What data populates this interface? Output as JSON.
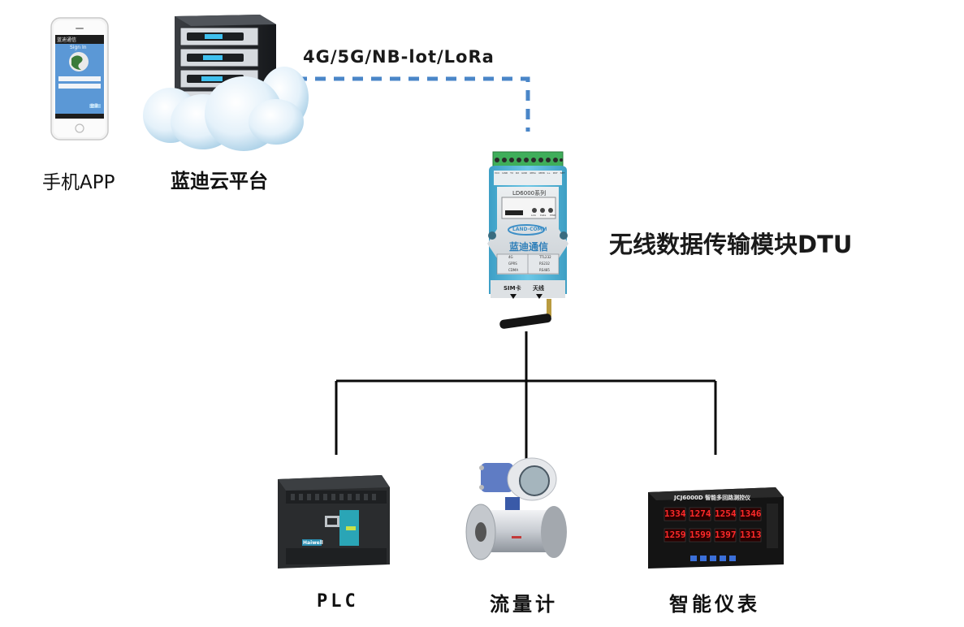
{
  "diagram": {
    "title": "无线数据传输模块DTU",
    "network_label": "4G/5G/NB-lot/LoRa",
    "nodes": {
      "phone": {
        "label": "手机APP",
        "screen_title": "Sign In",
        "app_name": "蓝迪通信",
        "button": "登录"
      },
      "cloud": {
        "label": "蓝迪云平台"
      },
      "dtu": {
        "label": "无线数据传输模块DTU",
        "model": "LD6000系列",
        "brand_en": "LAND-COMM",
        "brand_cn": "蓝迪通信",
        "terminals": [
          "VCC",
          "GND",
          "TX",
          "RX",
          "GND",
          "485A",
          "485B",
          "L+",
          "RST",
          "NET"
        ],
        "leds": [
          "Link",
          "Data",
          "PWR"
        ],
        "modes_left": [
          "4G",
          "GPRS",
          "CDMA"
        ],
        "modes_right": [
          "TTL232",
          "RS232",
          "RS485"
        ],
        "ports": [
          "SIM卡",
          "天线"
        ]
      },
      "devices": [
        {
          "label": "PLC",
          "brand": "Haiwell"
        },
        {
          "label": "流量计"
        },
        {
          "label": "智能仪表",
          "model": "JCJ6000D 智能多回路测控仪",
          "readings": [
            "1334",
            "1274",
            "1254",
            "1346",
            "1259",
            "1599",
            "1397",
            "1313"
          ]
        }
      ]
    },
    "colors": {
      "wireless_link": "#4a86c8",
      "wired_link": "#0a0a0a",
      "dtu_body": "#4fb3d6",
      "terminal_green": "#3fae5a",
      "meter_digits": "#ff2a2a"
    }
  }
}
